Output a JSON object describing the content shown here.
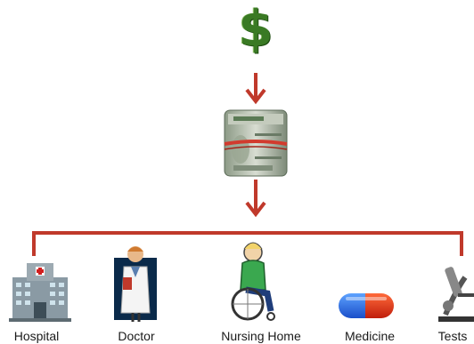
{
  "source": {
    "symbol": "$",
    "icon": "dollar-sign-icon",
    "color": "#3a7a24"
  },
  "middle": {
    "icon": "money-roll-icon"
  },
  "connector_color": "#c0392b",
  "recipients": [
    {
      "label": "Hospital",
      "icon": "hospital-icon"
    },
    {
      "label": "Doctor",
      "icon": "doctor-icon"
    },
    {
      "label": "Nursing Home",
      "icon": "wheelchair-icon"
    },
    {
      "label": "Medicine",
      "icon": "pill-icon"
    },
    {
      "label": "Tests",
      "icon": "microscope-icon"
    }
  ]
}
